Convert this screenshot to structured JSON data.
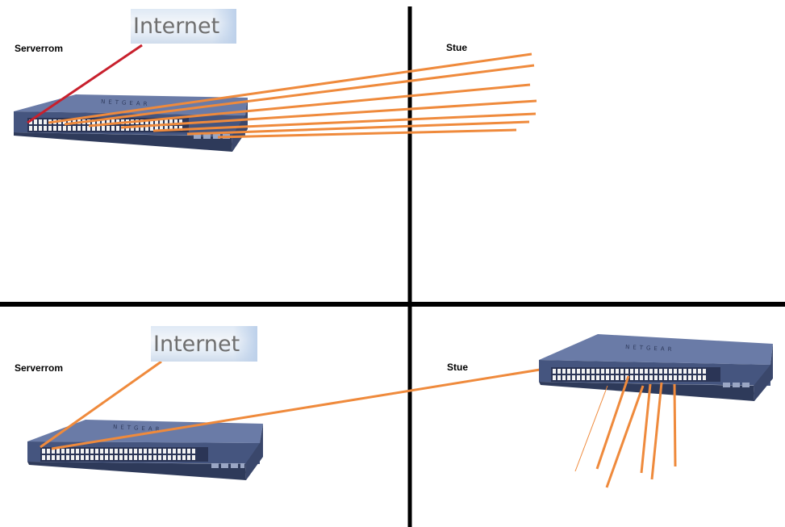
{
  "quadrants": {
    "top_left": {
      "room": "Serverrom",
      "internet": "Internet",
      "brand": "NETGEAR"
    },
    "top_right": {
      "room": "Stue"
    },
    "bottom_left": {
      "room": "Serverrom",
      "internet": "Internet",
      "brand": "NETGEAR"
    },
    "bottom_right": {
      "room": "Stue",
      "brand": "NETGEAR"
    }
  },
  "colors": {
    "cable": "#ef8a3c",
    "uplink_top": "#c8202d",
    "switch_top": "#6a7ba7",
    "switch_front": "#45557f",
    "divider": "#000000"
  }
}
